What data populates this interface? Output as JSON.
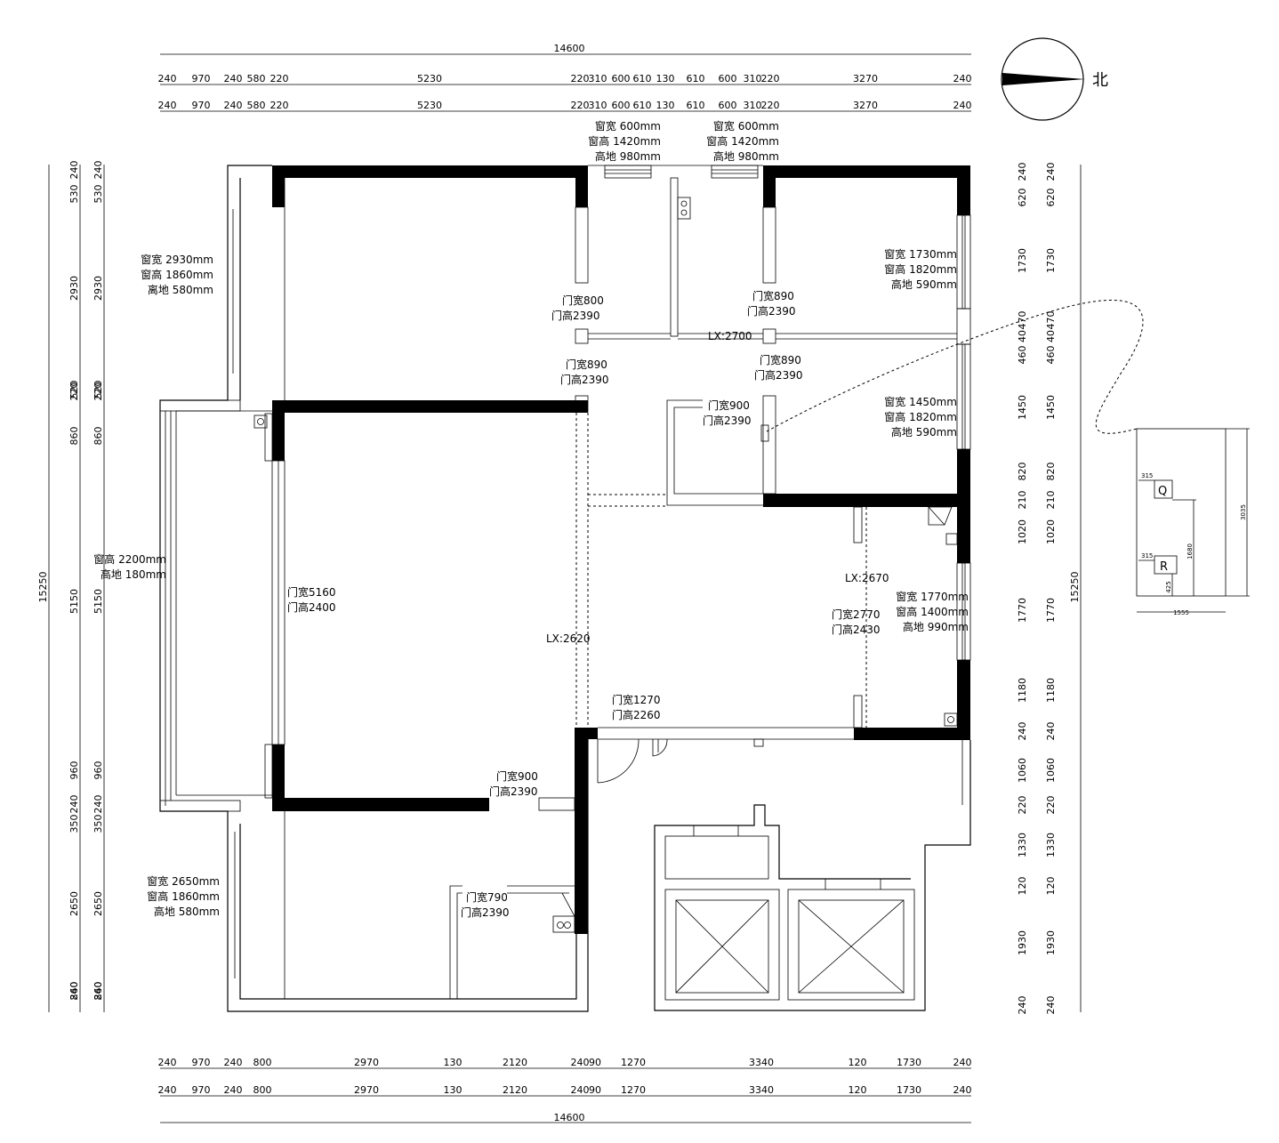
{
  "compass": {
    "label": "北"
  },
  "dims": {
    "top_total": "14600",
    "top_row": [
      "240",
      "970",
      "240",
      "580",
      "220",
      "5230",
      "220",
      "310",
      "600",
      "610",
      "130",
      "610",
      "600",
      "310",
      "220",
      "3270",
      "240"
    ],
    "bottom_row": [
      "240",
      "970",
      "240",
      "800",
      "2970",
      "130",
      "2120",
      "240",
      "90",
      "1270",
      "3340",
      "120",
      "1730",
      "240"
    ],
    "bottom_total": "14600",
    "left_total": "15250",
    "left_row": [
      "240",
      "530",
      "2930",
      "220",
      "520",
      "860",
      "5150",
      "960",
      "240",
      "350",
      "2650",
      "240",
      "860"
    ],
    "right_total": "15250",
    "right_row": [
      "240",
      "620",
      "1730",
      "470",
      "40",
      "460",
      "1450",
      "820",
      "210",
      "1020",
      "1770",
      "1180",
      "240",
      "1060",
      "220",
      "1330",
      "120",
      "1930",
      "240"
    ]
  },
  "windows": [
    {
      "w": "窗宽 600mm",
      "h": "窗高 1420mm",
      "g": "高地 980mm"
    },
    {
      "w": "窗宽 600mm",
      "h": "窗高 1420mm",
      "g": "高地 980mm"
    },
    {
      "w": "窗宽 2930mm",
      "h": "窗高 1860mm",
      "g": "离地 580mm"
    },
    {
      "w": "窗宽 1730mm",
      "h": "窗高 1820mm",
      "g": "高地 590mm"
    },
    {
      "w": "窗宽 1450mm",
      "h": "窗高 1820mm",
      "g": "高地 590mm"
    },
    {
      "h": "窗高 2200mm",
      "g": "高地 180mm"
    },
    {
      "w": "窗宽 1770mm",
      "h": "窗高 1400mm",
      "g": "高地 990mm"
    },
    {
      "w": "窗宽 2650mm",
      "h": "窗高 1860mm",
      "g": "高地 580mm"
    }
  ],
  "doors": [
    {
      "w": "门宽800",
      "h": "门高2390"
    },
    {
      "w": "门宽890",
      "h": "门高2390"
    },
    {
      "w": "门宽890",
      "h": "门高2390"
    },
    {
      "w": "门宽890",
      "h": "门高2390"
    },
    {
      "w": "门宽900",
      "h": "门高2390"
    },
    {
      "w": "门宽5160",
      "h": "门高2400"
    },
    {
      "w": "门宽2770",
      "h": "门高2430"
    },
    {
      "w": "门宽1270",
      "h": "门高2260"
    },
    {
      "w": "门宽900",
      "h": "门高2390"
    },
    {
      "w": "门宽790",
      "h": "门高2390"
    }
  ],
  "ceilings": [
    "LX:2700",
    "LX:2670",
    "LX:2620"
  ],
  "detail": {
    "q": "Q",
    "r": "R",
    "d1": "315",
    "d2": "315",
    "d3": "1680",
    "d4": "3035",
    "d5": "425",
    "d6": "1555"
  }
}
